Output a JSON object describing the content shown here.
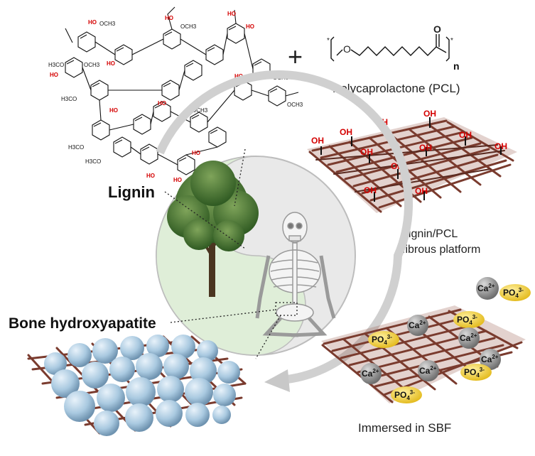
{
  "labels": {
    "lignin": "Lignin",
    "pcl": "Polycaprolactone (PCL)",
    "platform_line1": "Lignin/PCL",
    "platform_line2": "fibrous platform",
    "bone": "Bone hydroxyapatite",
    "sbf": "Immersed in SBF",
    "plus": "+",
    "pcl_n": "n",
    "pcl_o_ring": "O",
    "pcl_o_carbonyl": "O"
  },
  "hydroxyl": "OH",
  "ions": {
    "ca": "Ca",
    "ca_charge": "2+",
    "po": "PO",
    "po_sub": "4",
    "po_charge": "3-"
  },
  "chem_text": {
    "methoxy": "OCH3",
    "methoxy_rev": "H3CO",
    "ho": "HO"
  },
  "colors": {
    "fiber": "#7a3b2e",
    "fiber_dark": "#5a2a20",
    "oh_red": "#d40000",
    "ca_grey": "#8c8c8c",
    "po_yellow": "#f3d23a",
    "sphere_blue": "#a9c9e0",
    "arc_grey": "#c8c8c8",
    "green_bg": "#dfeed8"
  }
}
